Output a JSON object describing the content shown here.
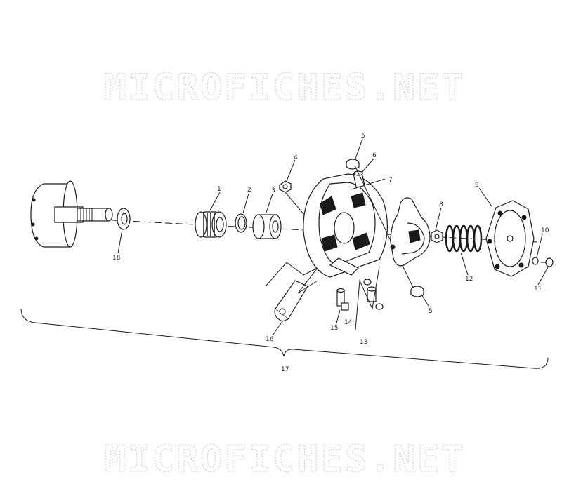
{
  "watermark": {
    "text": "MICROFICHES.NET"
  },
  "callouts": [
    {
      "id": "1",
      "label": "1"
    },
    {
      "id": "2",
      "label": "2"
    },
    {
      "id": "3",
      "label": "3"
    },
    {
      "id": "4",
      "label": "4"
    },
    {
      "id": "5a",
      "label": "5"
    },
    {
      "id": "6",
      "label": "6"
    },
    {
      "id": "7",
      "label": "7"
    },
    {
      "id": "8",
      "label": "8"
    },
    {
      "id": "9",
      "label": "9"
    },
    {
      "id": "10",
      "label": "10"
    },
    {
      "id": "11",
      "label": "11"
    },
    {
      "id": "12",
      "label": "12"
    },
    {
      "id": "5b",
      "label": "5"
    },
    {
      "id": "13",
      "label": "13"
    },
    {
      "id": "14",
      "label": "14"
    },
    {
      "id": "15",
      "label": "15"
    },
    {
      "id": "16",
      "label": "16"
    },
    {
      "id": "17",
      "label": "17"
    },
    {
      "id": "18",
      "label": "18"
    }
  ]
}
